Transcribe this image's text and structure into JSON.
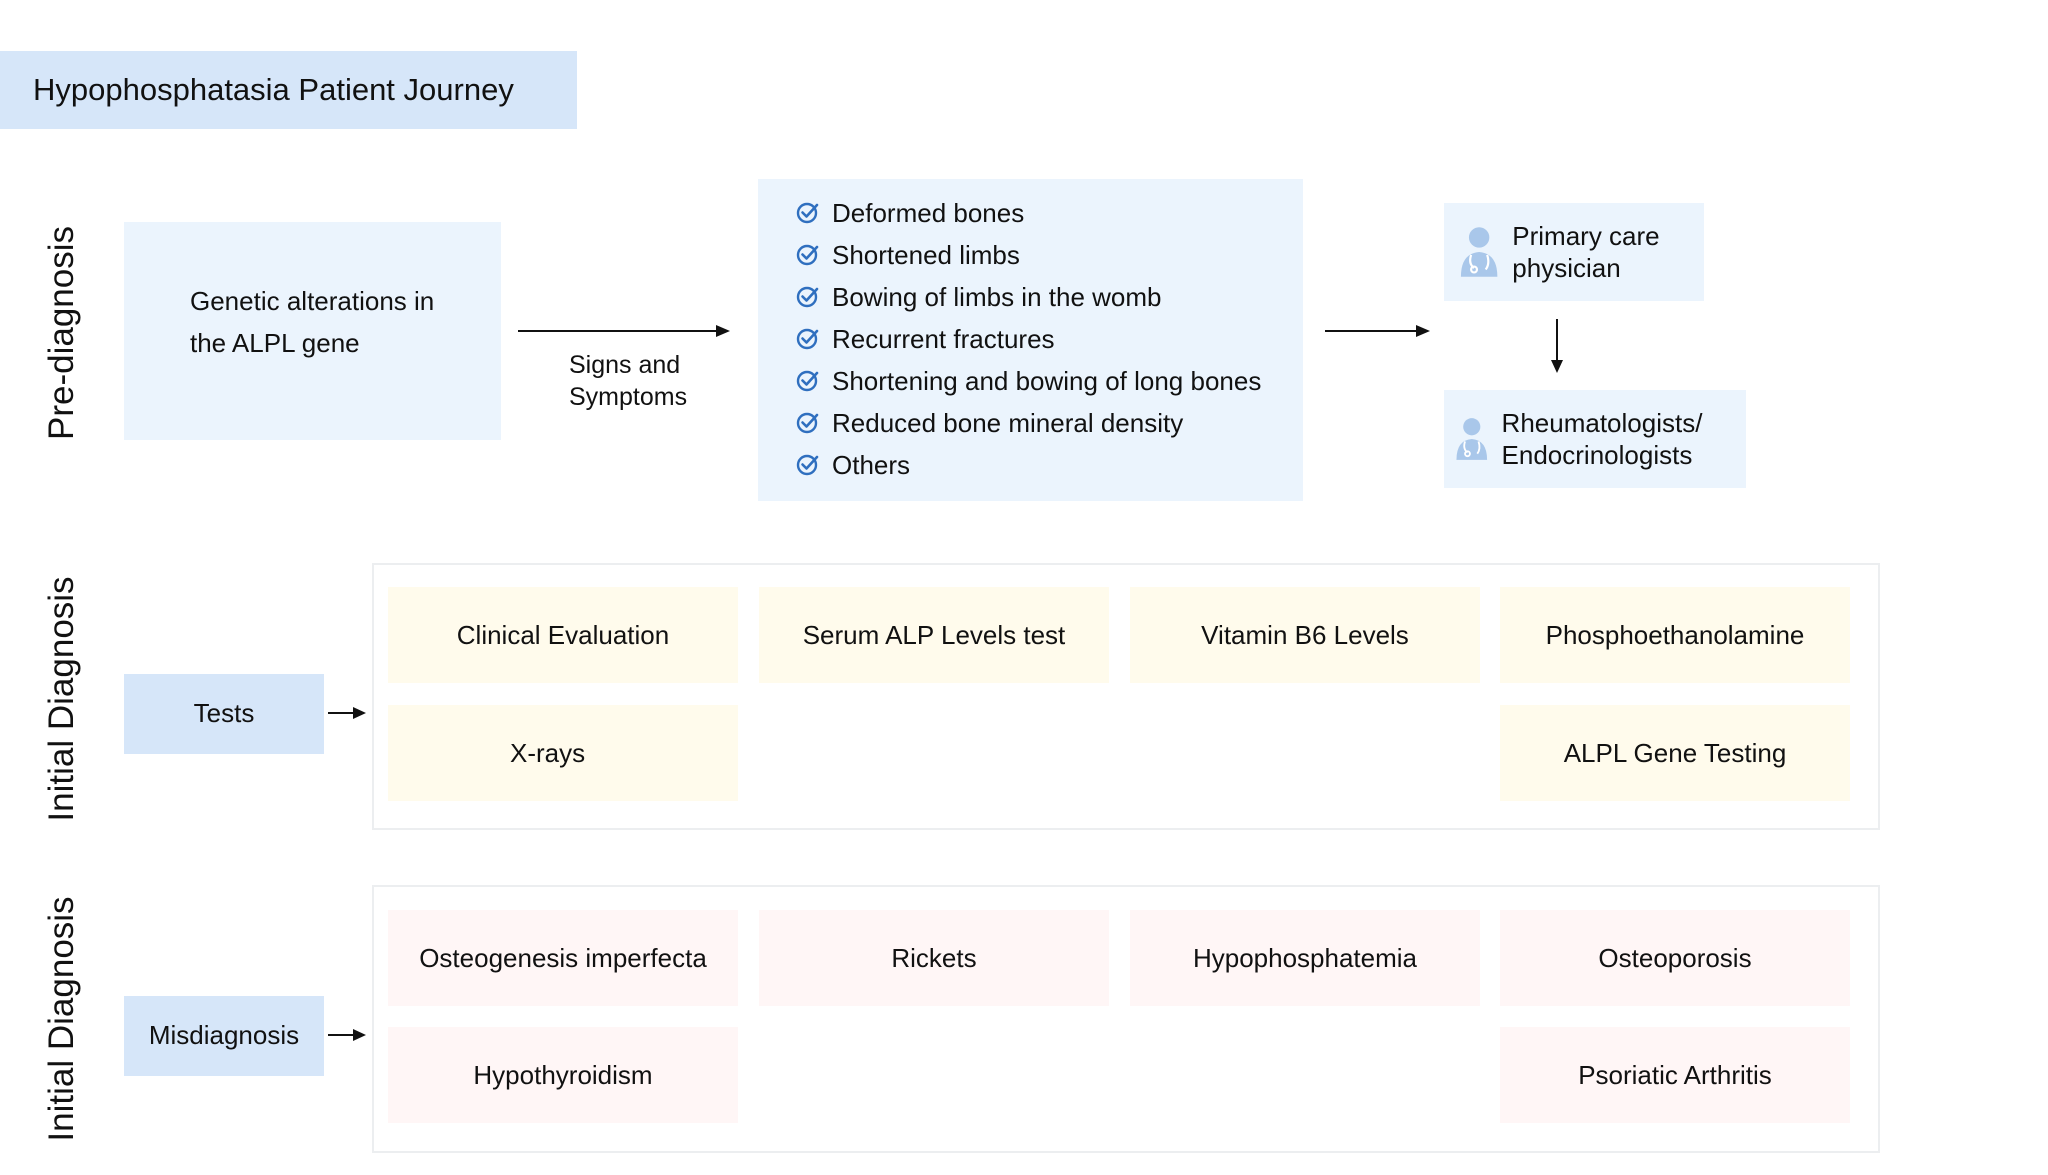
{
  "title": "Hypophosphatasia Patient Journey",
  "sections": {
    "pre_diagnosis": "Pre-diagnosis",
    "initial_diagnosis_tests": "Initial Diagnosis",
    "initial_diagnosis_misdiagnosis": "Initial Diagnosis"
  },
  "pre_diagnosis": {
    "genetic_box": "Genetic alterations in the ALPL gene",
    "arrow_label": "Signs and Symptoms",
    "symptoms": [
      "Deformed bones",
      "Shortened limbs",
      "Bowing of limbs in the womb",
      "Recurrent fractures",
      "Shortening and bowing of long bones",
      "Reduced bone mineral density",
      "Others"
    ],
    "physicians": [
      "Primary care physician",
      "Rheumatologists/ Endocrinologists"
    ]
  },
  "tests": {
    "label": "Tests",
    "items": [
      "Clinical Evaluation",
      "Serum ALP Levels test",
      "Vitamin B6 Levels",
      "Phosphoethanolamine",
      "X-rays",
      "ALPL Gene Testing"
    ]
  },
  "misdiagnosis": {
    "label": "Misdiagnosis",
    "items": [
      "Osteogenesis imperfecta",
      "Rickets",
      "Hypophosphatemia",
      "Osteoporosis",
      "Hypothyroidism",
      "Psoriatic Arthritis"
    ]
  },
  "colors": {
    "title_bg": "#d6e6f9",
    "light_blue": "#ebf4fd",
    "test_bg": "#fffbec",
    "misdiagnosis_bg": "#fff6f6",
    "check": "#2f6fbf",
    "icon": "#a9c7ea"
  },
  "icons": {
    "check": "check-circle-icon",
    "physician": "doctor-icon"
  }
}
